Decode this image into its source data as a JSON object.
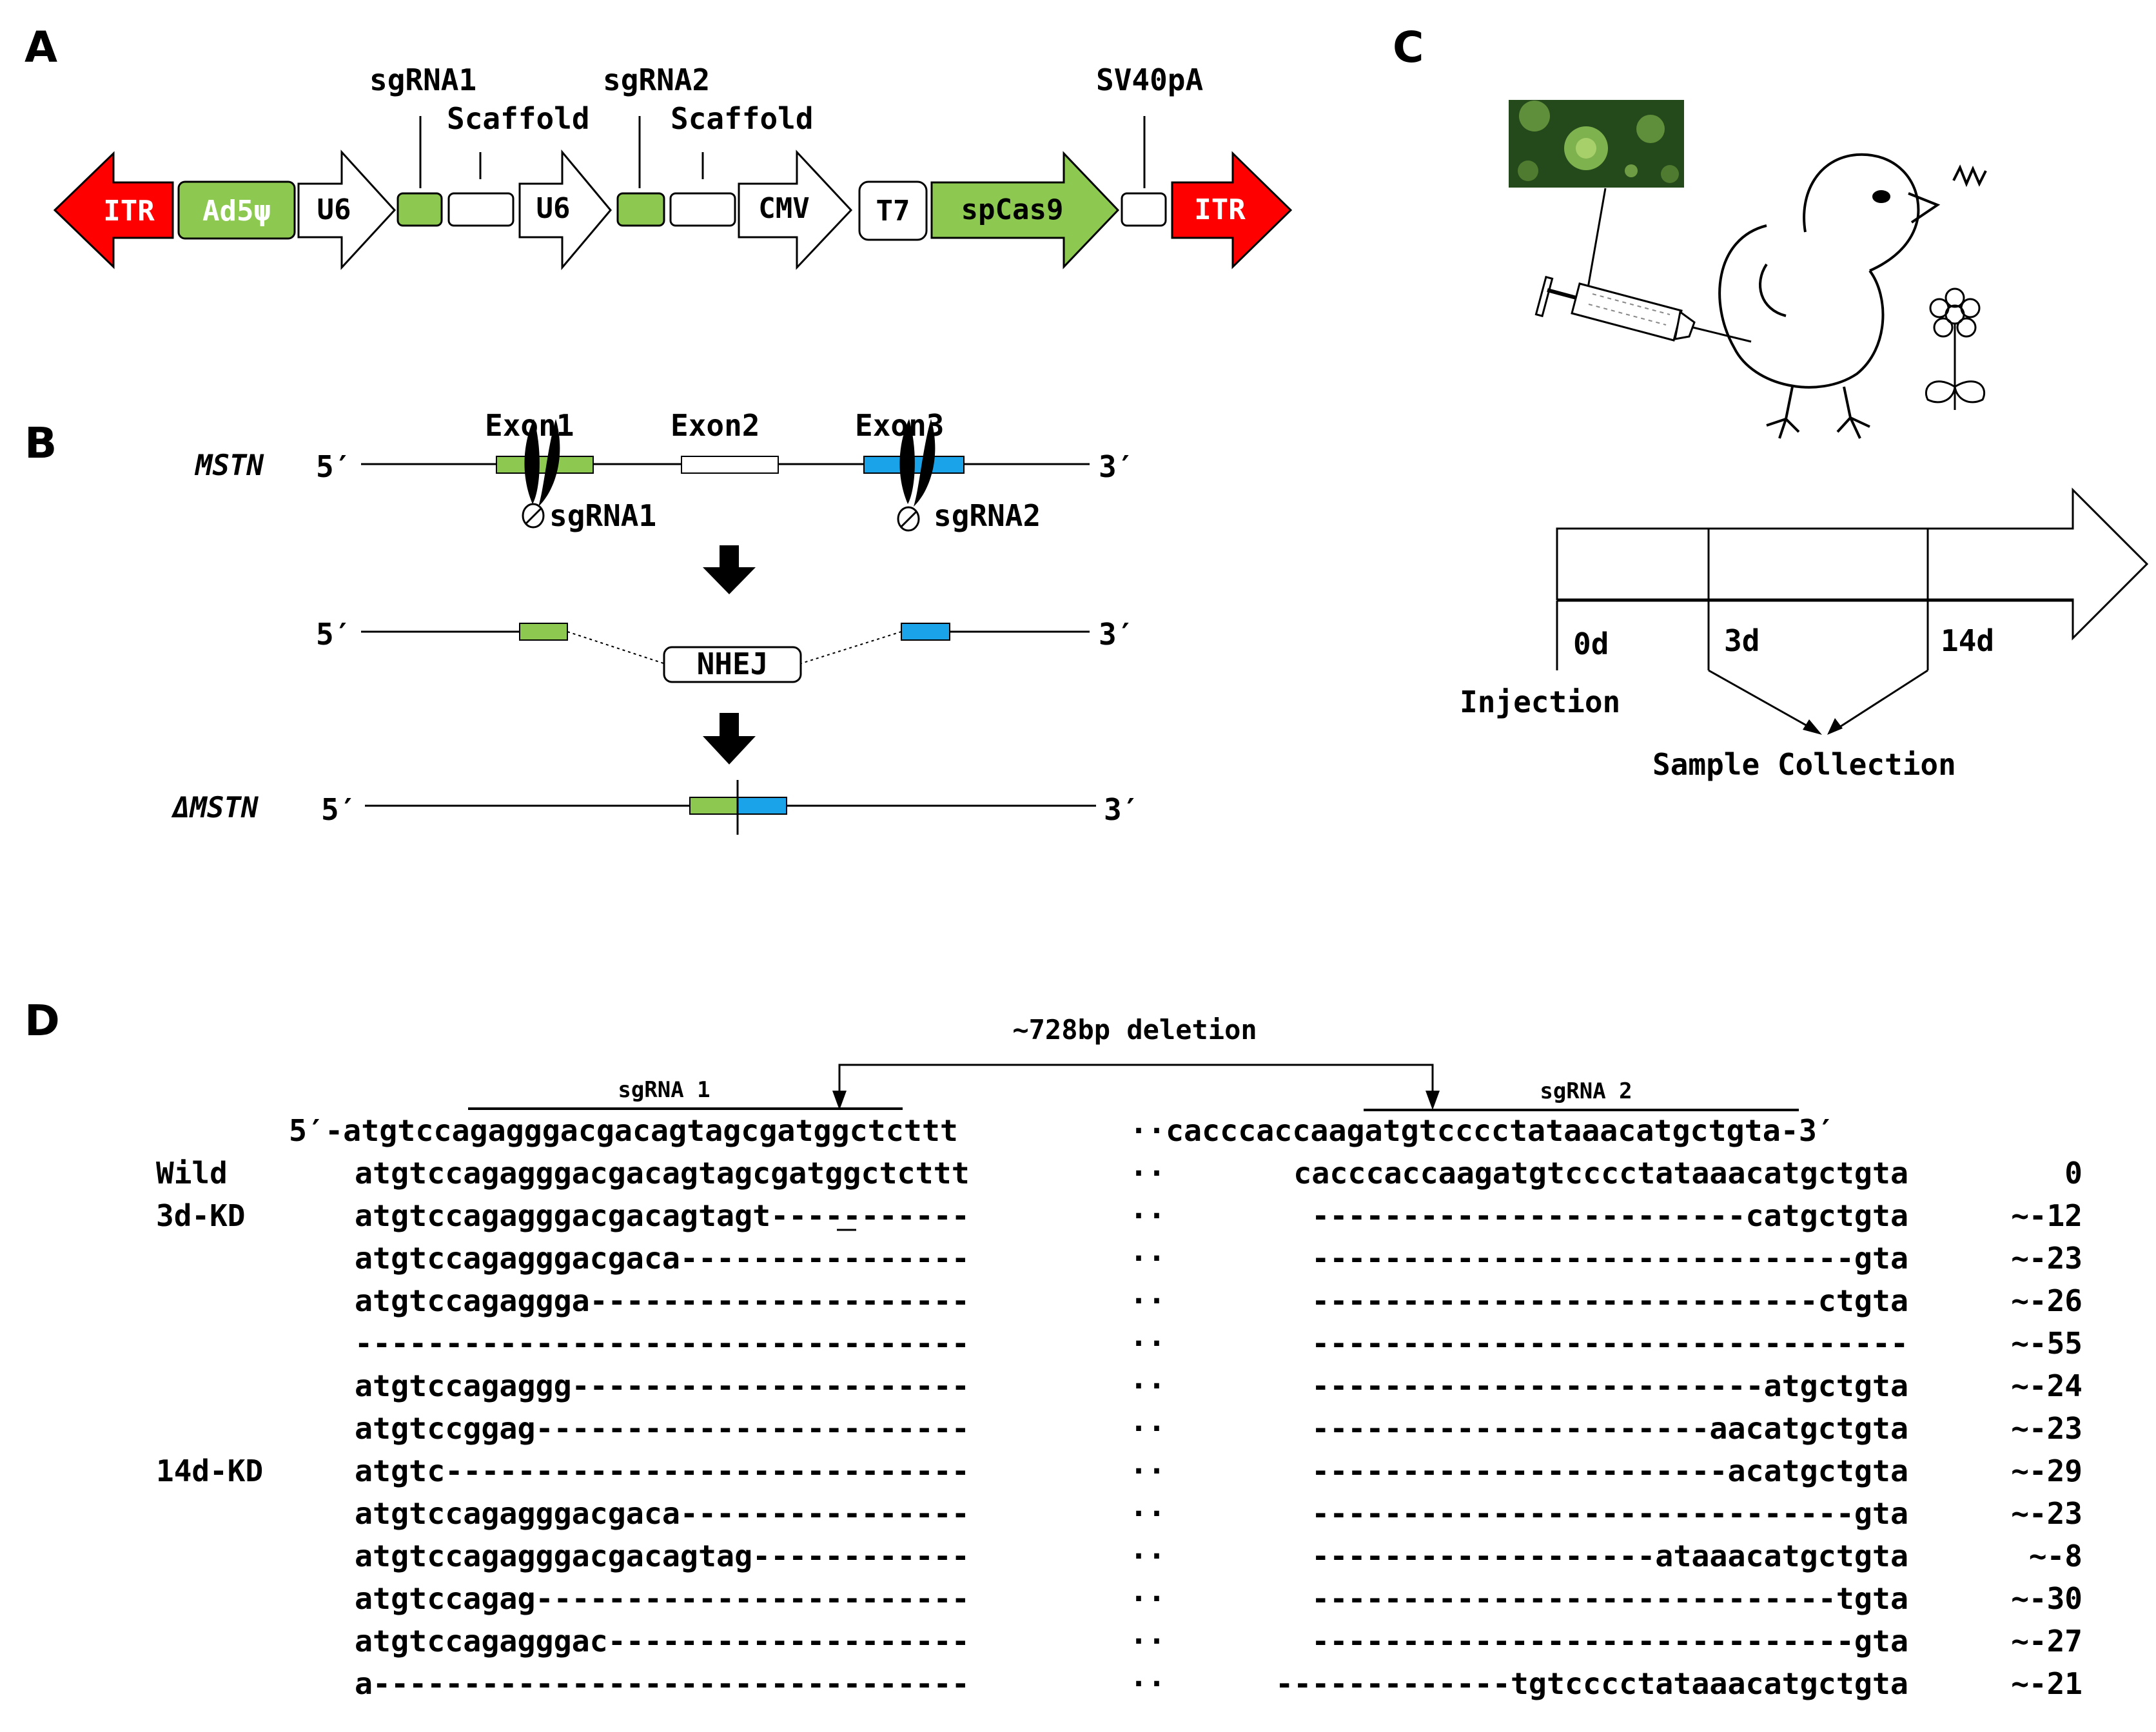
{
  "panels": {
    "a": "A",
    "b": "B",
    "c": "C",
    "d": "D"
  },
  "colors": {
    "itr": "#ff0000",
    "green": "#8dc951",
    "blue": "#1aa3e8",
    "outline": "#000000"
  },
  "panelA": {
    "itr_left": "ITR",
    "ad5": "Ad5ψ",
    "u6_1": "U6",
    "sgRNA1": "sgRNA1",
    "scaffold1": "Scaffold",
    "u6_2": "U6",
    "sgRNA2": "sgRNA2",
    "scaffold2": "Scaffold",
    "cmv": "CMV",
    "t7": "T7",
    "spcas9": "spCas9",
    "sv40pa": "SV40pA",
    "itr_right": "ITR"
  },
  "panelB": {
    "gene": "MSTN",
    "delta_gene": "ΔMSTN",
    "five_prime": "5′",
    "three_prime": "3′",
    "exon1": "Exon1",
    "exon2": "Exon2",
    "exon3": "Exon3",
    "sgRNA1": "sgRNA1",
    "sgRNA2": "sgRNA2",
    "nhej": "NHEJ"
  },
  "panelC": {
    "day0": "0d",
    "day3": "3d",
    "day14": "14d",
    "injection": "Injection",
    "sample_collection": "Sample Collection"
  },
  "panelD": {
    "deletion": "~728bp deletion",
    "sgRNA1": "sgRNA 1",
    "sgRNA2": "sgRNA 2",
    "reference": {
      "left": "5′-atgtccagagggacgacagtagcgatggctcttt",
      "right": "cacccaccaagatgtcccctataaacatgctgta-3′"
    },
    "rows": [
      {
        "label": "Wild",
        "left": "atgtccagagggacgacagtagcgatggctcttt",
        "right": "cacccaccaagatgtcccctataaacatgctgta",
        "count": "0"
      },
      {
        "label": "3d-KD",
        "left": "atgtccagagggacgacagtagt-----------",
        "right": "------------------------catgctgta",
        "count": "~-12"
      },
      {
        "label": "",
        "left": "atgtccagagggacgaca----------------",
        "right": "------------------------------gta",
        "count": "~-23"
      },
      {
        "label": "",
        "left": "atgtccagaggga---------------------",
        "right": "----------------------------ctgta",
        "count": "~-26"
      },
      {
        "label": "",
        "left": "----------------------------------",
        "right": "---------------------------------",
        "count": "~-55"
      },
      {
        "label": "",
        "left": "atgtccagaggg----------------------",
        "right": "-------------------------atgctgta",
        "count": "~-24"
      },
      {
        "label": "",
        "left": "atgtccggag------------------------",
        "right": "----------------------aacatgctgta",
        "count": "~-23"
      },
      {
        "label": "14d-KD",
        "left": "atgtc-----------------------------",
        "right": "-----------------------acatgctgta",
        "count": "~-29"
      },
      {
        "label": "",
        "left": "atgtccagagggacgaca----------------",
        "right": "------------------------------gta",
        "count": "~-23"
      },
      {
        "label": "",
        "left": "atgtccagagggacgacagtag------------",
        "right": "-------------------ataaacatgctgta",
        "count": "~-8"
      },
      {
        "label": "",
        "left": "atgtccagag------------------------",
        "right": "-----------------------------tgta",
        "count": "~-30"
      },
      {
        "label": "",
        "left": "atgtccagagggac--------------------",
        "right": "------------------------------gta",
        "count": "~-27"
      },
      {
        "label": "",
        "left": "a---------------------------------",
        "right": "-------------tgtcccctataaacatgctgta",
        "count": "~-21"
      }
    ]
  }
}
